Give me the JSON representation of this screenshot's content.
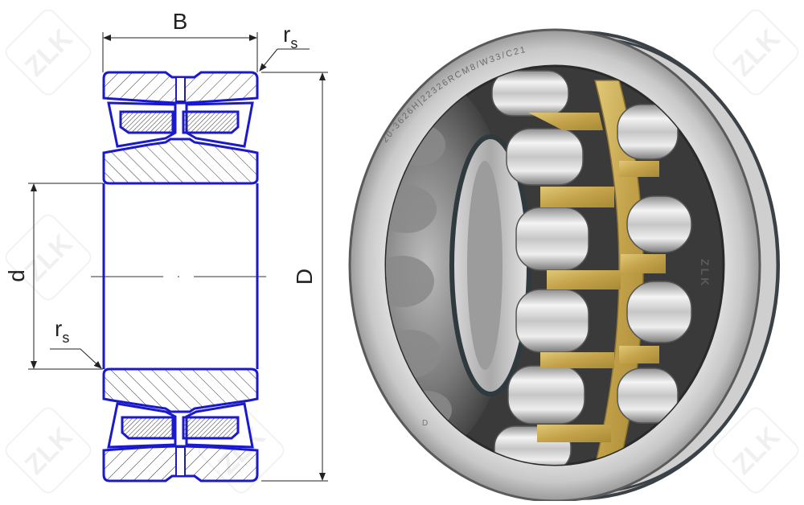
{
  "drawing": {
    "labels": {
      "width_B": "B",
      "outer_diameter_D": "D",
      "bore_d": "d",
      "chamfer_r": "r",
      "chamfer_sub": "s"
    },
    "colors": {
      "outline": "#1a1acc",
      "dimension": "#222222",
      "hatch": "#333333",
      "background": "#ffffff"
    }
  },
  "photo": {
    "outer_ring_marking": "20-3626H|22326RCM8/W33/C21",
    "brand_marking": "ZLK",
    "small_marking": "D",
    "colors": {
      "steel_light": "#d9d9d9",
      "steel_dark": "#6e6e6e",
      "cage_brass": "#c9a84c",
      "shadow": "#2b2b2b"
    }
  },
  "watermark": {
    "text": "ZLK"
  }
}
